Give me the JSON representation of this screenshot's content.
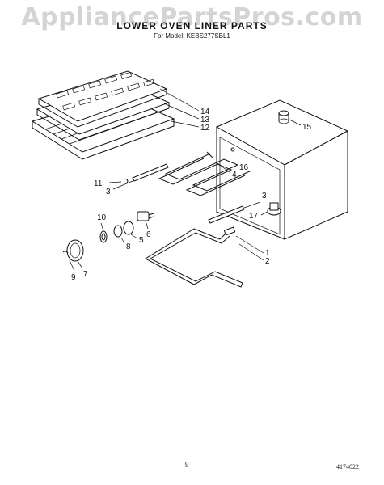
{
  "watermark": "AppliancePartsPros.com",
  "title": "LOWER OVEN LINER PARTS",
  "model_line": "For Model: KEBS277SBL1",
  "page_number": "9",
  "doc_number": "4174022",
  "callouts": {
    "c14": "14",
    "c13": "13",
    "c12": "12",
    "c15": "15",
    "c16": "16",
    "c11": "11",
    "c3a": "3",
    "c4": "4",
    "c3b": "3",
    "c17": "17",
    "c10": "10",
    "c8": "8",
    "c5": "5",
    "c6": "6",
    "c1": "1",
    "c2": "2",
    "c7": "7",
    "c9": "9"
  }
}
